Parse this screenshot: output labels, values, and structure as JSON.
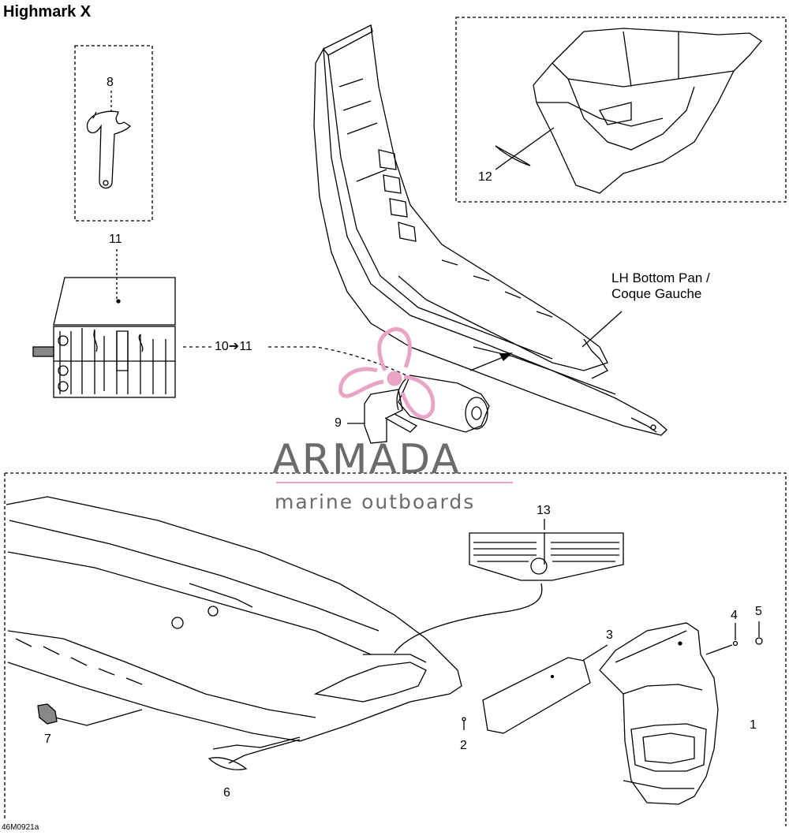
{
  "title": "Highmark X",
  "drawing_code": "46M0921a",
  "note": {
    "line1": "LH Bottom Pan /",
    "line2": "Coque Gauche"
  },
  "callouts": {
    "c1": "1",
    "c2": "2",
    "c3": "3",
    "c4": "4",
    "c5": "5",
    "c6": "6",
    "c7": "7",
    "c8": "8",
    "c9": "9",
    "c10_11": "10➔11",
    "c11": "11",
    "c12": "12",
    "c13": "13"
  },
  "watermark": {
    "brand": "ARMADA",
    "sub": "marine outboards"
  },
  "colors": {
    "line": "#000000",
    "watermark_pink": "#e8a6c4",
    "watermark_gray": "#6b6b6b"
  }
}
